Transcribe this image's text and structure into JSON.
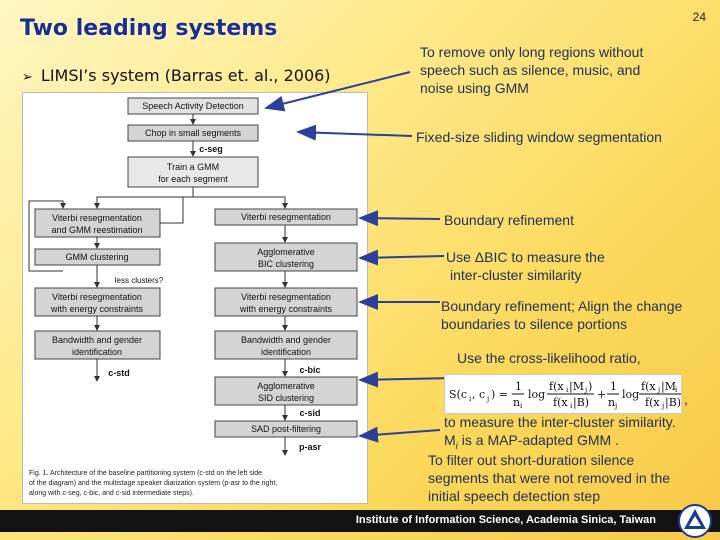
{
  "slide": {
    "title": "Two leading systems",
    "page_number": "24",
    "bullet": "LIMSI’s system (Barras et. al., 2006)"
  },
  "figure": {
    "boxes": {
      "sad": "Speech Activity Detection",
      "chop": "Chop in small segments",
      "train_gmm_1": "Train a GMM",
      "train_gmm_2": "for each segment",
      "viterbi_left_1": "Viterbi resegmentation",
      "viterbi_left_2": "and GMM reestimation",
      "viterbi_right": "Viterbi resegmentation",
      "gmm_clustering": "GMM clustering",
      "agglom_bic_1": "Agglomerative",
      "agglom_bic_2": "BIC clustering",
      "viterbi_energy_left_1": "Viterbi resegmentation",
      "viterbi_energy_left_2": "with energy constraints",
      "viterbi_energy_right_1": "Viterbi resegmentation",
      "viterbi_energy_right_2": "with energy constraints",
      "bw_gender_left_1": "Bandwidth and gender",
      "bw_gender_left_2": "identification",
      "bw_gender_right_1": "Bandwidth and gender",
      "bw_gender_right_2": "identification",
      "agglom_sid_1": "Agglomerative",
      "agglom_sid_2": "SID clustering",
      "sad_post": "SAD post-filtering"
    },
    "labels": {
      "c_seg": "c-seg",
      "less_clusters": "less clusters?",
      "c_std": "c-std",
      "c_bic": "c-bic",
      "c_sid": "c-sid",
      "p_asr": "p-asr"
    },
    "caption": {
      "line1": "Fig. 1.    Architecture of the baseline partitioning system (c-std on the left side",
      "line2": "of the diagram) and the multistage speaker diarization system (p-asr to the right,",
      "line3": "along with c-seg, c-bic, and c-sid intermediate steps)."
    }
  },
  "annotations": {
    "sad_note_1": "To remove only long regions without",
    "sad_note_2": "speech such as silence, music, and",
    "sad_note_3": "noise using GMM",
    "chop_note": "Fixed-size sliding window  segmentation",
    "viterbi_note": "Boundary refinement",
    "bic_note_1": "Use ΔBIC to measure the",
    "bic_note_2": "inter-cluster similarity",
    "energy_note_1": "Boundary refinement; Align the change",
    "energy_note_2": "boundaries to silence portions",
    "sid_note_1": "Use the cross-likelihood ratio,",
    "formula_comma": ",",
    "sid_note_2": "to measure the inter-cluster similarity.",
    "sid_note_3_prefix": "M",
    "sid_note_3_sub": "i",
    "sid_note_3_suffix": " is a MAP-adapted GMM .",
    "post_note_1": "To filter out short-duration silence",
    "post_note_2": "segments that were not removed in the",
    "post_note_3": "initial speech detection step"
  },
  "footer": {
    "institution": "Institute of Information Science, Academia Sinica, Taiwan"
  },
  "colors": {
    "title": "#1b2f8f",
    "annotation_text": "#1f2f55",
    "arrow": "#2c3f9a",
    "box_fill": "#cfcfcf",
    "footer_bg": "#121212"
  }
}
